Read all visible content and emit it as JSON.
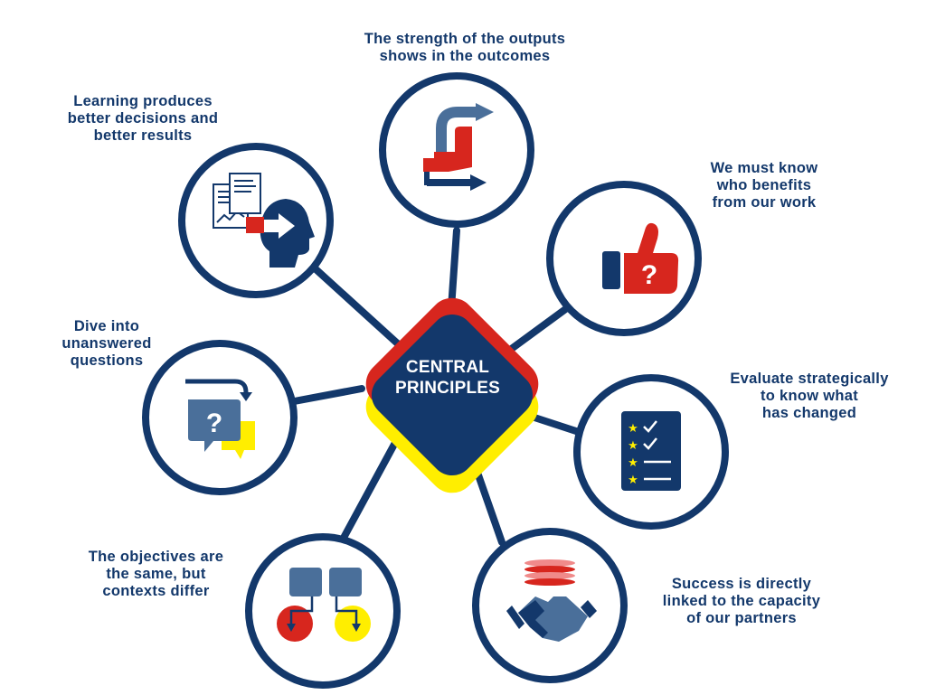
{
  "colors": {
    "navy": "#13386b",
    "steel": "#4a6f9a",
    "red": "#d7261e",
    "yellow": "#ffee00",
    "pink": "#f08a8a"
  },
  "center": {
    "lines": [
      "CENTRAL",
      "PRINCIPLES"
    ]
  },
  "principles": [
    {
      "id": "outputs",
      "icon": "redirect-arrow-icon",
      "lines": [
        "The strength of the outputs",
        "shows in the outcomes"
      ]
    },
    {
      "id": "benefits",
      "icon": "thumbs-up-question-icon",
      "lines": [
        "We must know",
        "who benefits",
        "from our work"
      ]
    },
    {
      "id": "evaluate",
      "icon": "checklist-stars-icon",
      "lines": [
        "Evaluate strategically",
        "to know what",
        "has changed"
      ]
    },
    {
      "id": "partners",
      "icon": "handshake-icon",
      "lines": [
        "Success is directly",
        "linked to the capacity",
        "of our partners"
      ]
    },
    {
      "id": "contexts",
      "icon": "flow-paths-icon",
      "lines": [
        "The objectives are",
        "the same, but",
        "contexts differ"
      ]
    },
    {
      "id": "questions",
      "icon": "question-chat-icon",
      "lines": [
        "Dive into",
        "unanswered",
        "questions"
      ]
    },
    {
      "id": "learning",
      "icon": "document-to-head-icon",
      "lines": [
        "Learning produces",
        "better decisions and",
        "better results"
      ]
    }
  ]
}
